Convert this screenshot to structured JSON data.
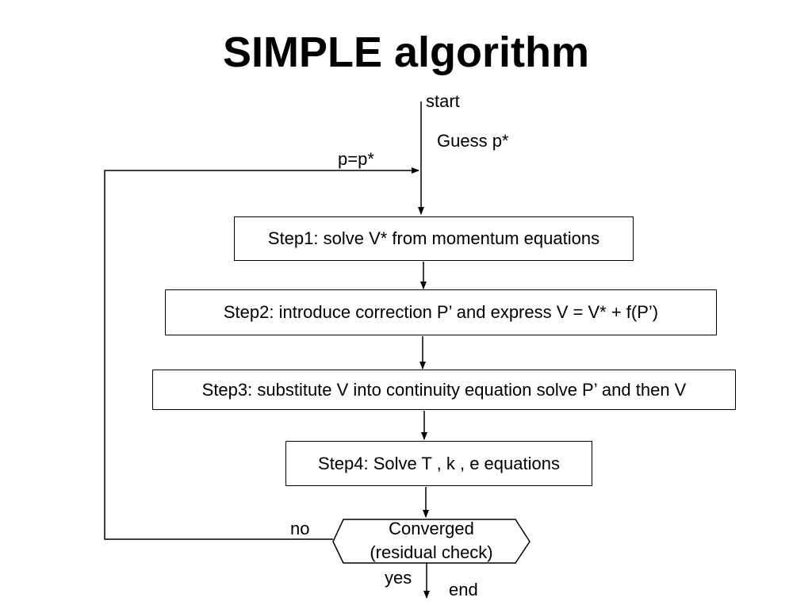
{
  "title": "SIMPLE algorithm",
  "labels": {
    "start": "start",
    "guess": "Guess p*",
    "update": "p=p*",
    "no": "no",
    "yes": "yes",
    "end": "end"
  },
  "steps": [
    "Step1: solve V* from momentum equations",
    "Step2: introduce correction P’ and express V = V* + f(P’)",
    "Step3: substitute V into continuity equation solve P’ and then V",
    "Step4: Solve T , k , e equations"
  ],
  "decision": {
    "line1": "Converged",
    "line2": "(residual check)"
  }
}
